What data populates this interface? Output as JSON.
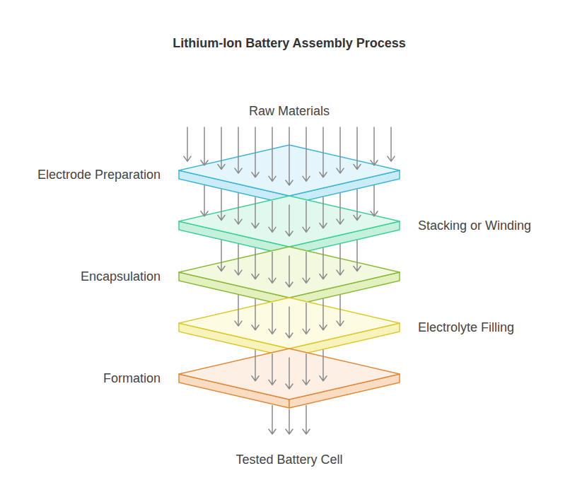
{
  "diagram": {
    "title": "Lithium-Ion Battery Assembly Process",
    "nodes": [
      {
        "text": [
          "Electrode Preparation"
        ]
      },
      {
        "text": [
          "Stacking or Winding"
        ]
      },
      {
        "text": [
          "Encapsulation"
        ]
      },
      {
        "text": [
          "Electrolyte Filling"
        ]
      },
      {
        "text": [
          "Formation"
        ]
      }
    ],
    "edges": [
      {
        "from": 0,
        "to": 1,
        "arrow": "to"
      },
      {
        "from": 1,
        "to": 2,
        "arrow": "to"
      },
      {
        "from": 2,
        "to": 3,
        "arrow": "to"
      },
      {
        "from": 3,
        "to": 4,
        "arrow": "to"
      }
    ],
    "labels": [
      "Raw Materials",
      "Tested Battery Cell"
    ]
  }
}
